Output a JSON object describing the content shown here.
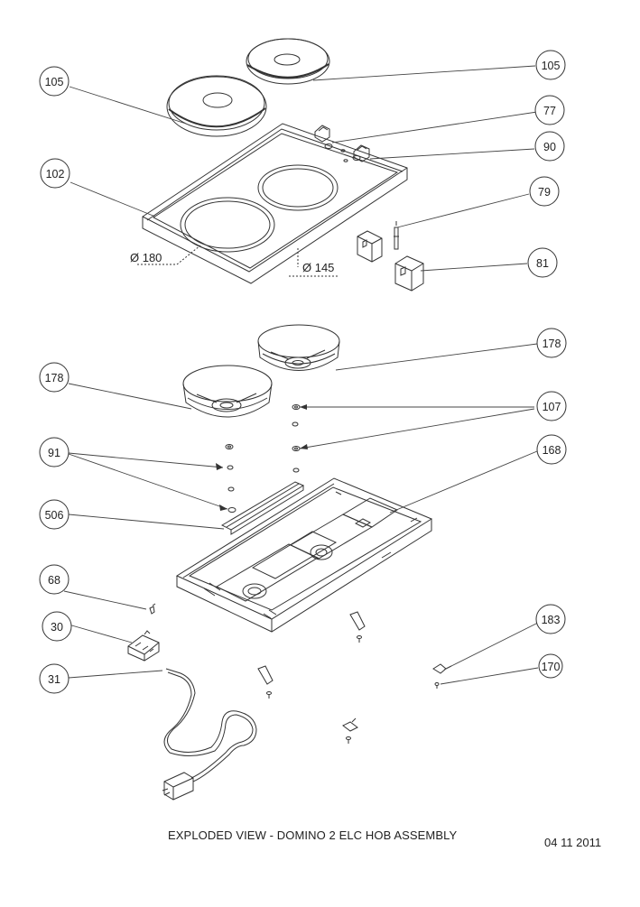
{
  "title": "EXPLODED VIEW - DOMINO 2 ELC HOB ASSEMBLY",
  "date": "04 11 2011",
  "dimensions": {
    "large_hotplate": "Ø 180",
    "small_hotplate": "Ø 145"
  },
  "callouts": {
    "hotplate_left": "105",
    "hotplate_right": "105",
    "knob": "77",
    "knob_bezel": "90",
    "glass_top": "102",
    "thermostat_probe": "79",
    "switch_block": "81",
    "plate_support_right": "178",
    "plate_support_left": "178",
    "nut": "107",
    "washer": "91",
    "support_bracket": "506",
    "base_tray": "168",
    "clip": "68",
    "terminal_block": "30",
    "power_cable": "31",
    "earth_lead": "183",
    "screw": "170"
  }
}
